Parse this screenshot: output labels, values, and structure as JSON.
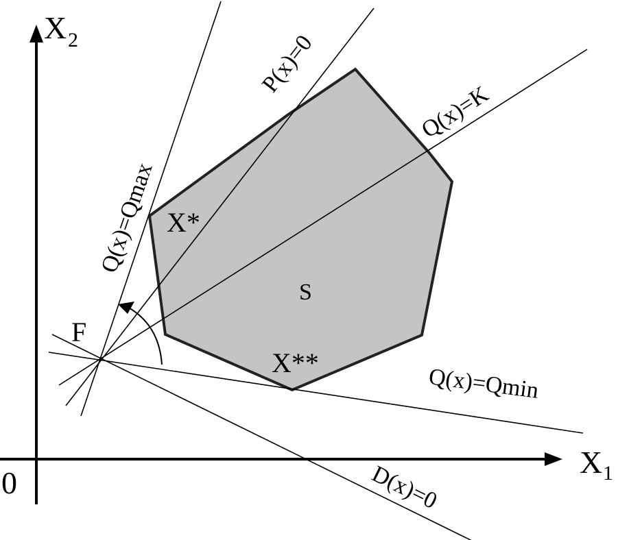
{
  "axes": {
    "origin_label": "0",
    "x_axis_label": "X",
    "x_axis_subscript": "1",
    "y_axis_label": "X",
    "y_axis_subscript": "2"
  },
  "lines": {
    "q_max": "Q(x)=Qmax",
    "p_zero": "P(x)=0",
    "q_k": "Q(x)=K",
    "q_min": "Q(x)=Qmin",
    "d_zero": "D(x)=0"
  },
  "points": {
    "focus": "F",
    "x_star": "X*",
    "x_double_star": "X**"
  },
  "region": {
    "label": "S",
    "fill_color": "#c4c4c4",
    "stroke_color": "#222222"
  }
}
